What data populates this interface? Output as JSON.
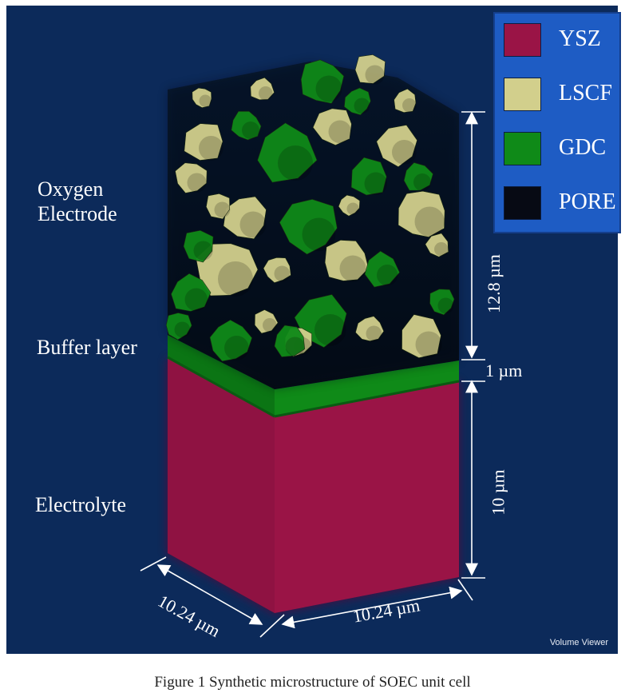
{
  "regions": {
    "oxygen_electrode": [
      "Oxygen",
      "Electrode"
    ],
    "buffer_layer": "Buffer layer",
    "electrolyte": "Electrolyte"
  },
  "legend": [
    {
      "label": "YSZ",
      "color": "#9a1446"
    },
    {
      "label": "LSCF",
      "color": "#d2cf8c"
    },
    {
      "label": "GDC",
      "color": "#0f8a18"
    },
    {
      "label": "PORE",
      "color": "#070a14"
    }
  ],
  "dimensions": {
    "electrode_height": "12.8 µm",
    "buffer_thickness": "1 µm",
    "electrolyte_height": "10 µm",
    "base_left": "10.24 µm",
    "base_right": "10.24 µm"
  },
  "watermark": "Volume Viewer",
  "caption": "Figure 1 Synthetic microstructure of SOEC unit cell",
  "colors": {
    "background": "#0c2a5a",
    "legend_background": "#1e5cc4",
    "ysz": "#9a1446",
    "lscf": "#d2cf8c",
    "gdc": "#0f8a18",
    "pore": "#070a14"
  }
}
